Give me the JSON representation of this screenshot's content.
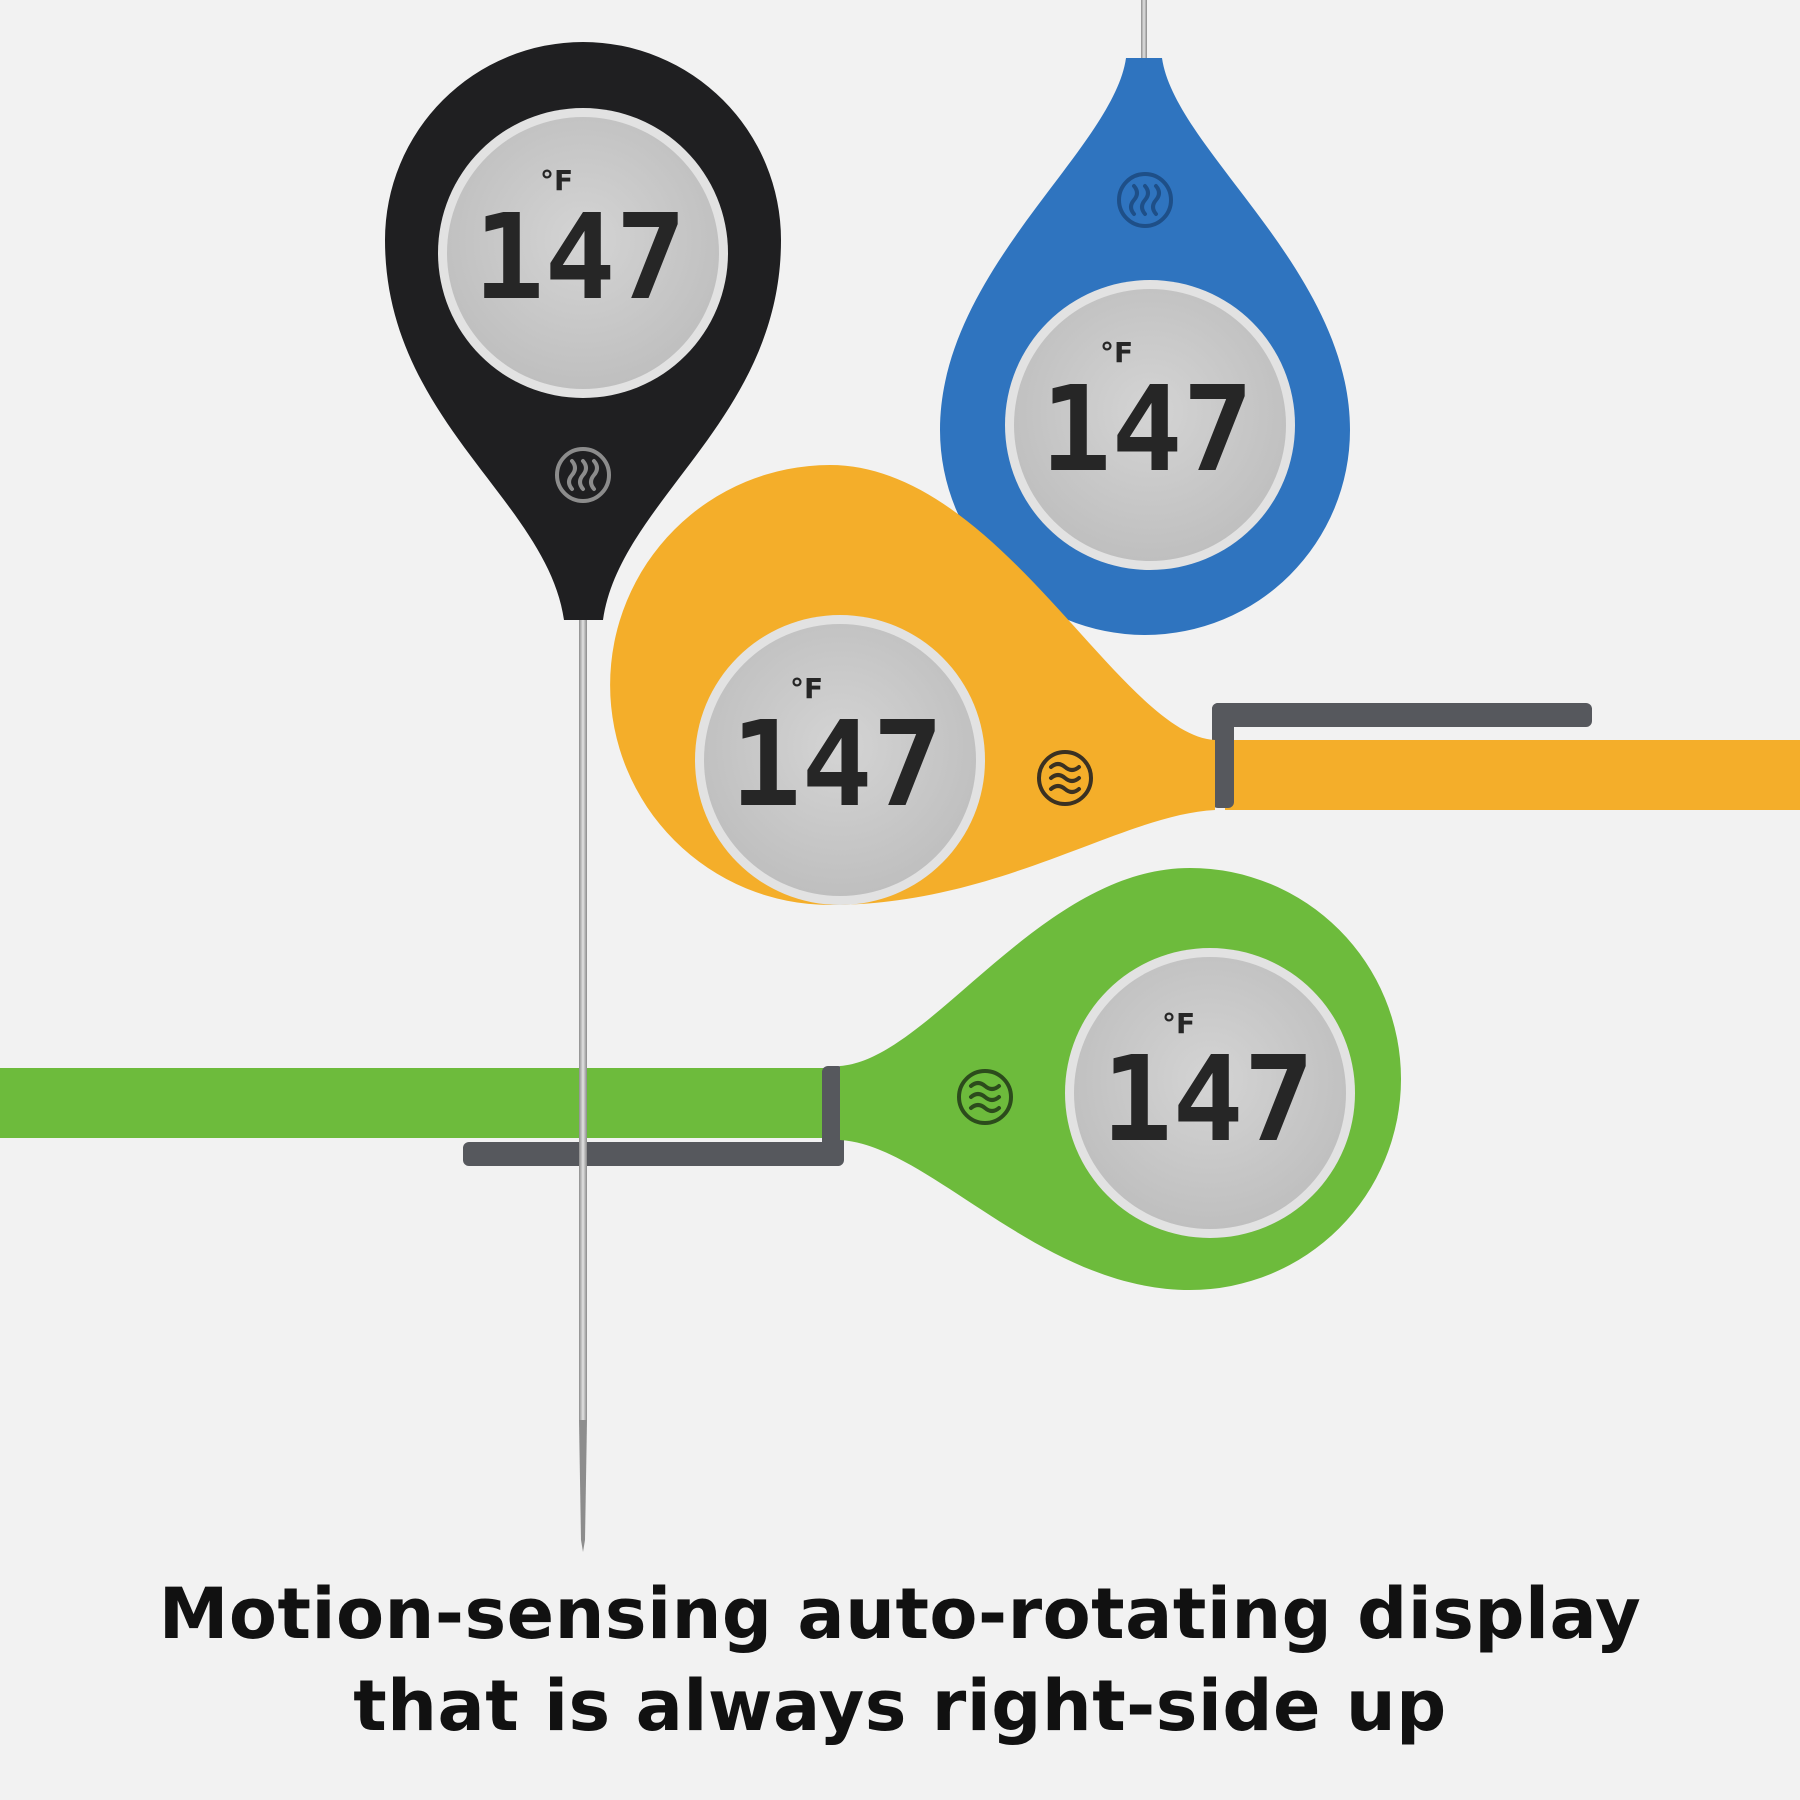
{
  "caption": {
    "line1": "Motion-sensing auto-rotating display",
    "line2": "that is always right-side up"
  },
  "thermometers": [
    {
      "name": "black",
      "body_color": "#1f1f21",
      "reading": "147",
      "unit": "°F"
    },
    {
      "name": "blue",
      "body_color": "#2f74bf",
      "reading": "147",
      "unit": "°F"
    },
    {
      "name": "yellow",
      "body_color": "#f4ae2a",
      "reading": "147",
      "unit": "°F"
    },
    {
      "name": "green",
      "body_color": "#6dbb3c",
      "reading": "147",
      "unit": "°F"
    }
  ],
  "icons": [
    "thermoworks-logo-icon"
  ],
  "colors": {
    "background": "#f2f2f2",
    "lcd": "#c9c9c9",
    "bezel": "#e4e4e4",
    "clip": "#56585d",
    "probe": "#b5b5b5",
    "caption_text": "#111111"
  }
}
